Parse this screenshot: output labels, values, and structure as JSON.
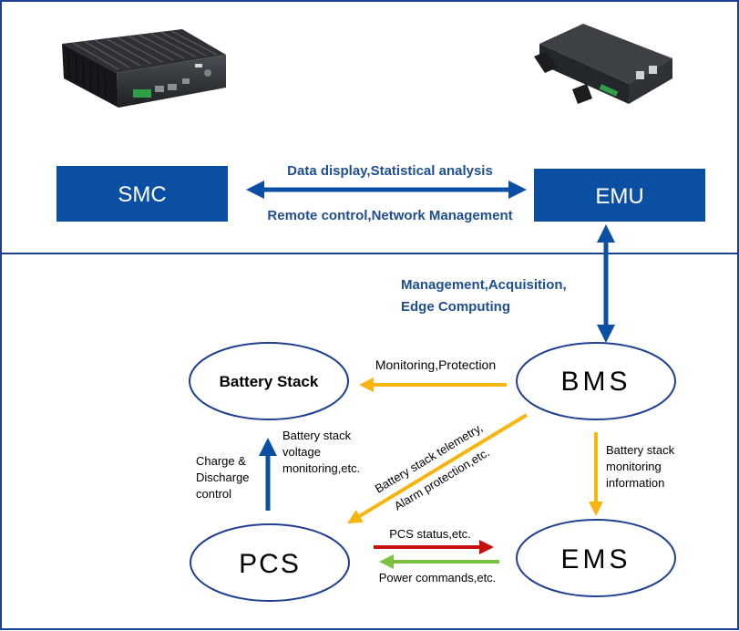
{
  "nodes": {
    "smc": "SMC",
    "emu": "EMU",
    "bms": "BMS",
    "battery_stack": "Battery Stack",
    "pcs": "PCS",
    "ems": "EMS"
  },
  "edges": {
    "smc_emu_top": "Data display,Statistical analysis",
    "smc_emu_bottom": "Remote control,Network Management",
    "emu_bms_line1": "Management,Acquisition,",
    "emu_bms_line2": "Edge Computing",
    "bms_battery": "Monitoring,Protection",
    "bms_ems_line1": "Battery stack",
    "bms_ems_line2": "monitoring",
    "bms_ems_line3": "information",
    "bms_pcs_line1": "Battery stack telemetry,",
    "bms_pcs_line2": "Alarm protection,etc.",
    "pcs_battery_left_line1": "Charge &",
    "pcs_battery_left_line2": "Discharge",
    "pcs_battery_left_line3": "control",
    "pcs_battery_right_line1": "Battery stack",
    "pcs_battery_right_line2": "voltage",
    "pcs_battery_right_line3": "monitoring,etc.",
    "pcs_ems": "PCS status,etc.",
    "ems_pcs": "Power commands,etc."
  },
  "colors": {
    "frame": "#1f3f8f",
    "box_fill": "#0b4fa3",
    "blue_arrow": "#0b4fa3",
    "label_blue": "#1f4e91",
    "yellow_arrow": "#f7b512",
    "red_arrow": "#c80f0f",
    "green_arrow": "#7cc242"
  },
  "icons": [
    "industrial-pc-device-icon",
    "emu-device-icon"
  ]
}
